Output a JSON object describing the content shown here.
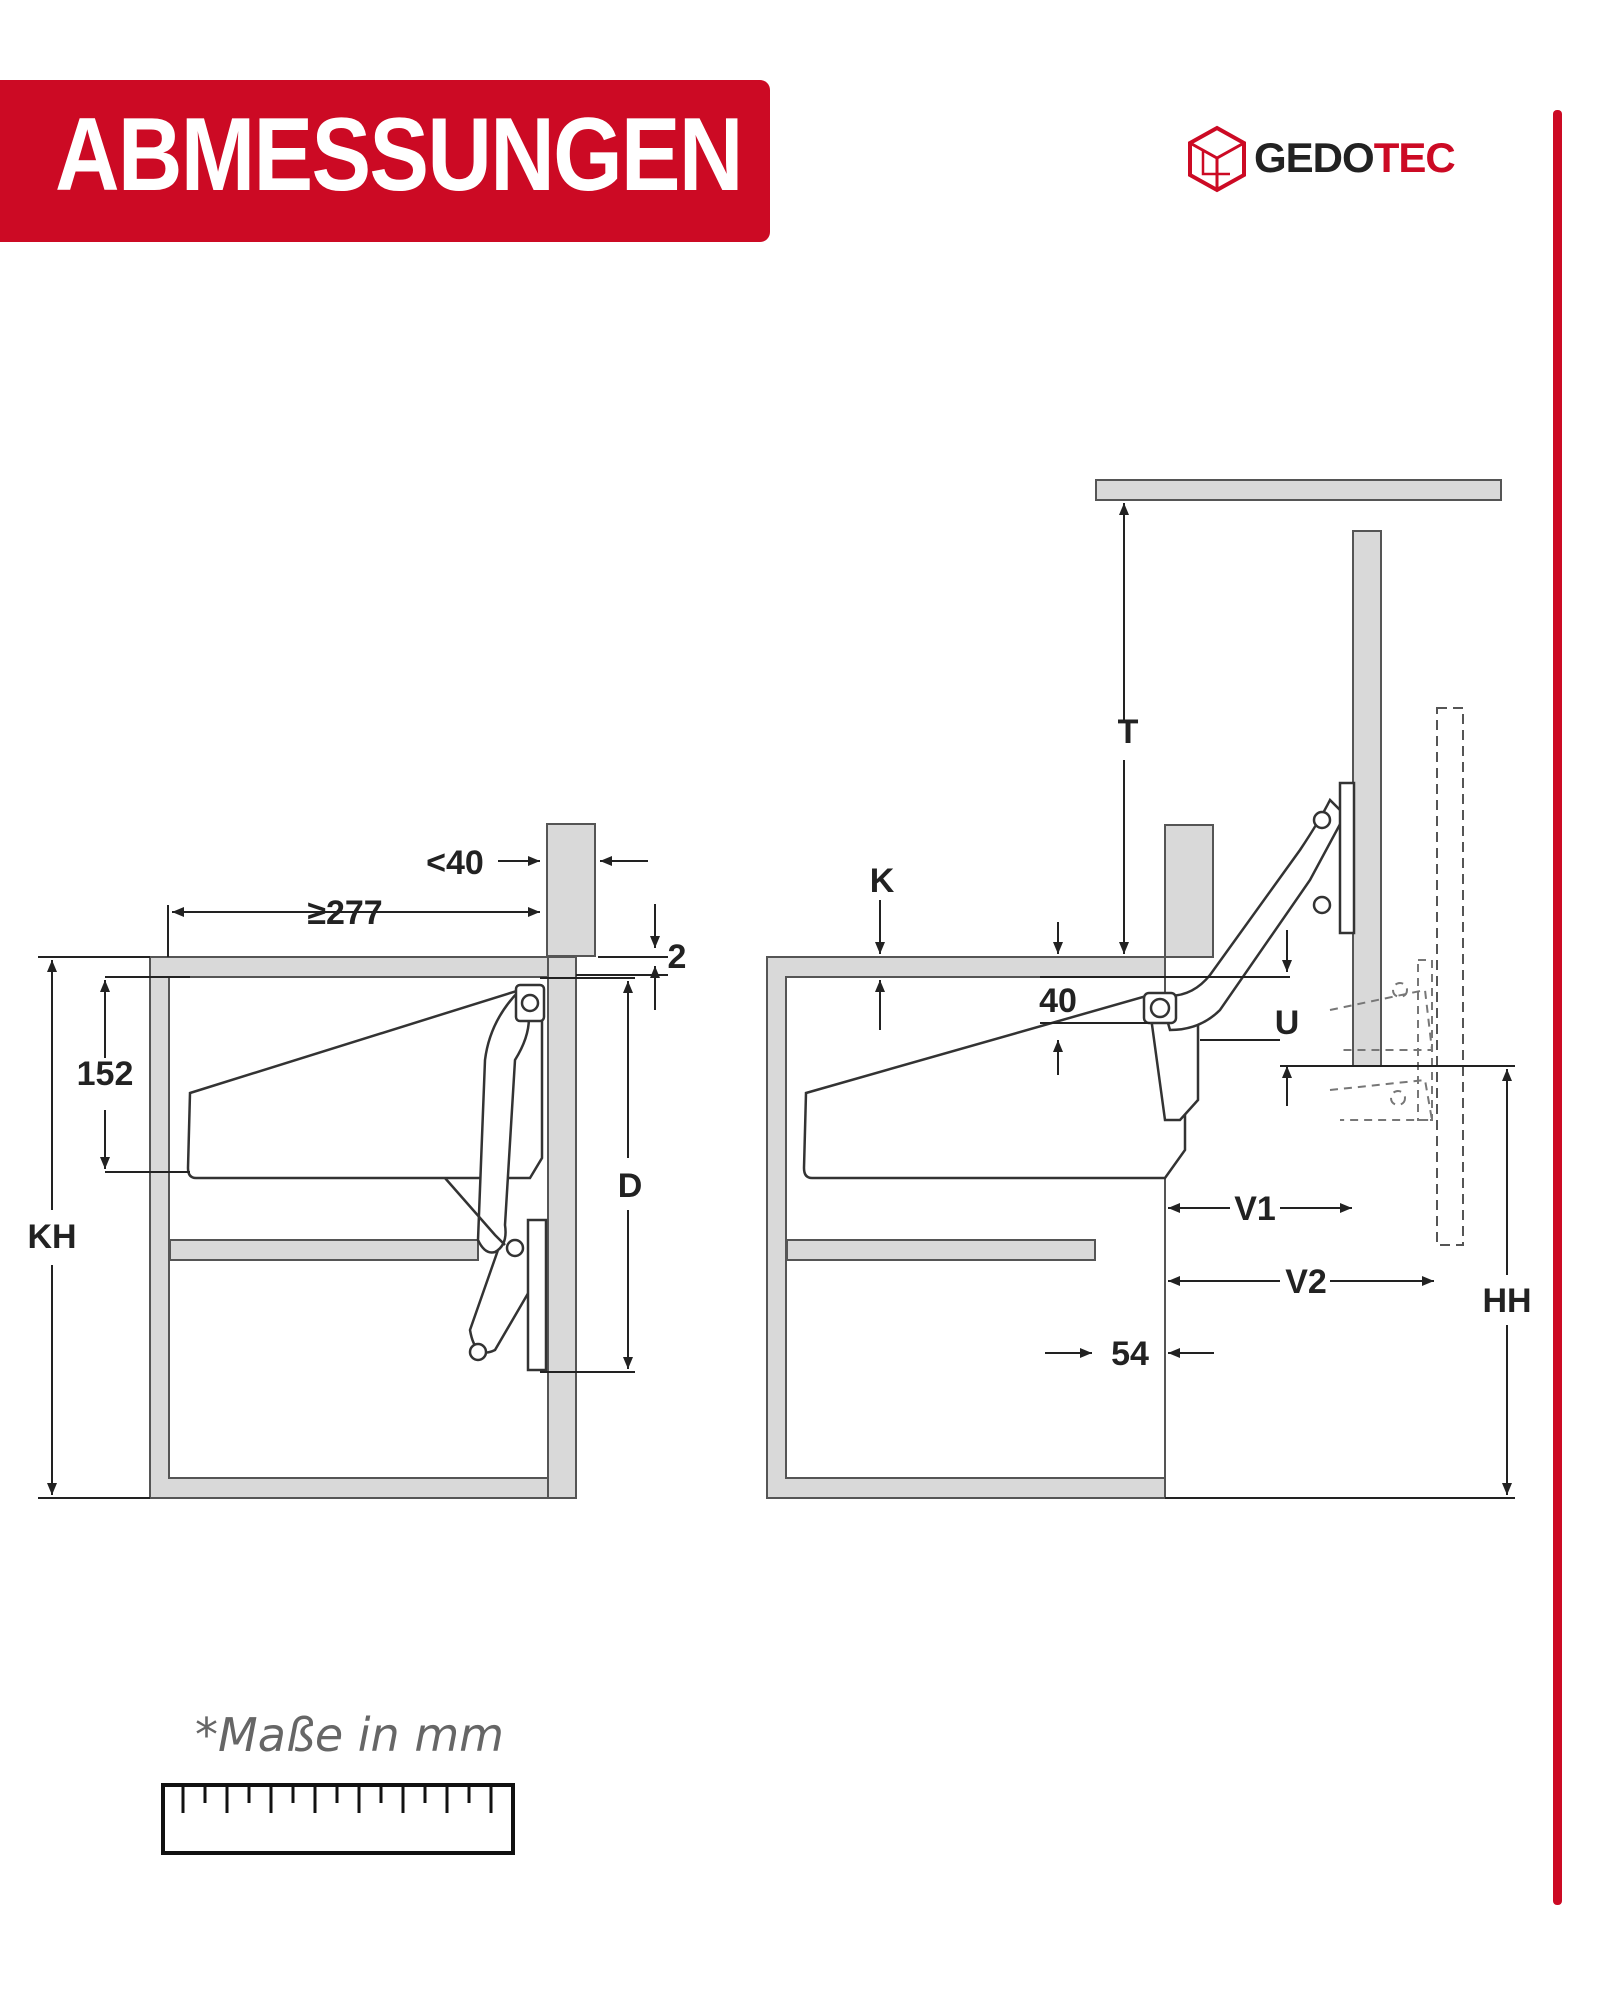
{
  "banner": {
    "title": "ABMESSUNGEN"
  },
  "brand": {
    "name_part1": "GEDO",
    "name_part2": "TEC",
    "logo_icon": "gedotec-cube-icon",
    "accent_color": "#cc0a24",
    "text_color": "#222222"
  },
  "diagram": {
    "labels": {
      "lt40": "<40",
      "ge277": "≥277",
      "two": "2",
      "d152": "152",
      "kh": "KH",
      "d": "D",
      "k": "K",
      "t": "T",
      "forty": "40",
      "u": "U",
      "v1": "V1",
      "v2": "V2",
      "hh": "HH",
      "d54": "54"
    }
  },
  "footer": {
    "units_note": "*Maße in mm",
    "ruler_icon": "ruler-icon"
  }
}
